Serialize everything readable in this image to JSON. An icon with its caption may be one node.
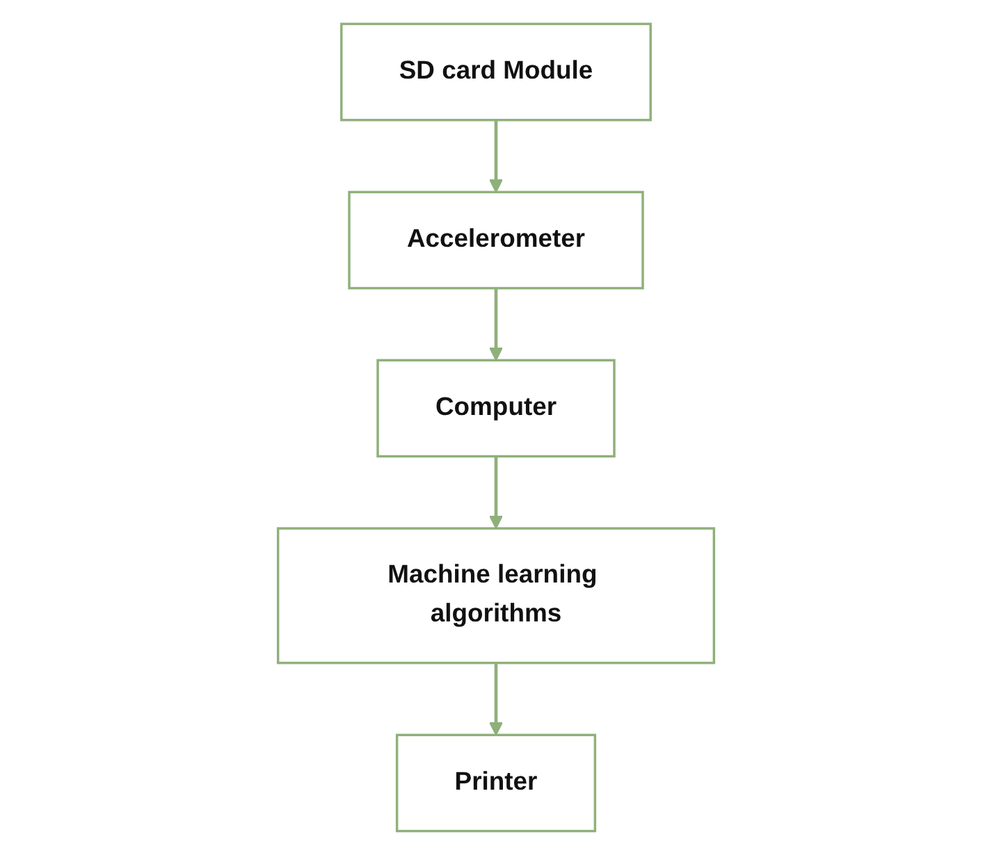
{
  "diagram": {
    "nodes": [
      {
        "text": [
          "Accelerometer"
        ]
      },
      {
        "text": [
          "Computer"
        ]
      },
      {
        "text": [
          "SD card Module"
        ]
      },
      {
        "text": [
          "Machine learning algorithms"
        ]
      },
      {
        "text": [
          "Printer"
        ]
      }
    ],
    "edges": [
      {
        "from": 2,
        "to": 0,
        "arrow": "to"
      },
      {
        "from": 0,
        "to": 1,
        "arrow": "to"
      },
      {
        "from": 1,
        "to": 3,
        "arrow": "to"
      },
      {
        "from": 3,
        "to": 4,
        "arrow": "to"
      }
    ]
  }
}
